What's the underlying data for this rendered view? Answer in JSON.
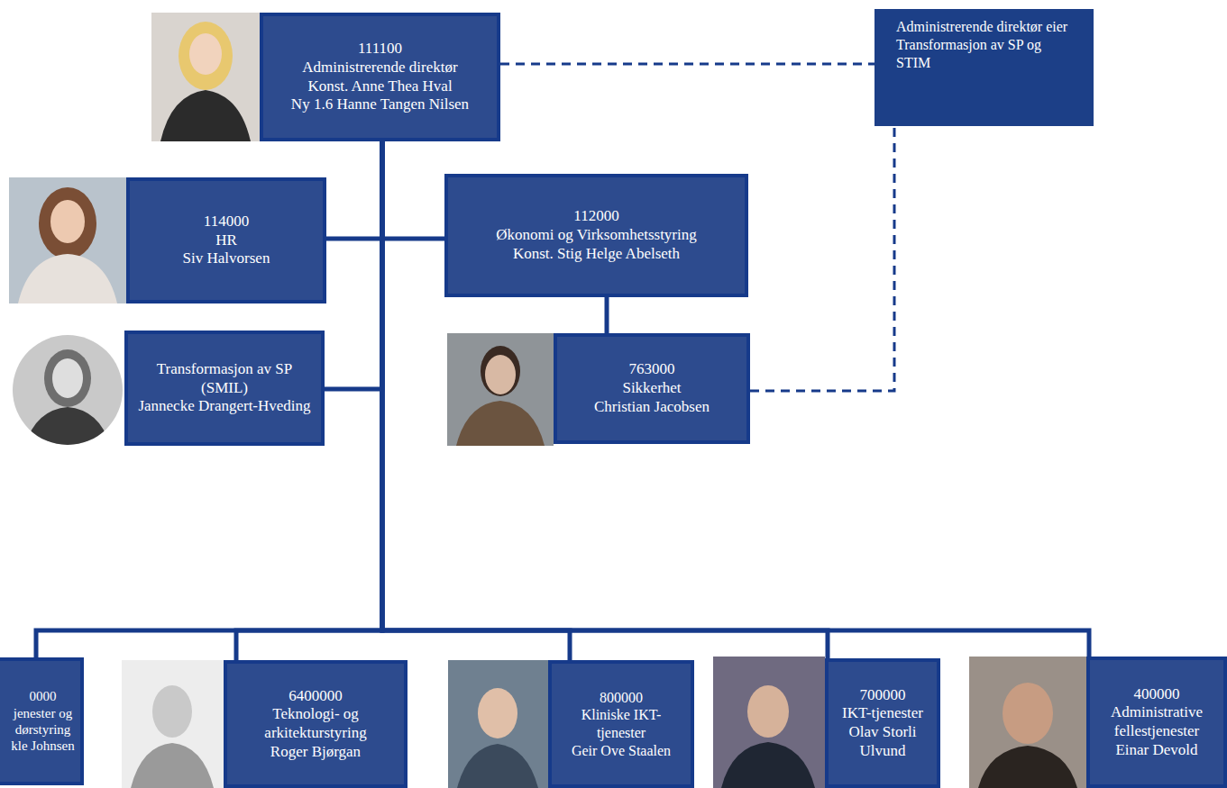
{
  "diagram": {
    "nodes": [
      {
        "text": [
          "111100",
          "Administrerende direktør",
          "Konst. Anne Thea Hval",
          "Ny 1.6 Hanne Tangen Nilsen"
        ]
      },
      {
        "text": [
          "Administrerende direktør eier Transformasjon av SP og STIM"
        ]
      },
      {
        "text": [
          "114000",
          "HR",
          "Siv Halvorsen"
        ]
      },
      {
        "text": [
          "112000",
          "Økonomi og Virksomhetsstyring",
          "Konst. Stig Helge Abelseth"
        ]
      },
      {
        "text": [
          "Transformasjon av SP (SMIL)",
          "Jannecke Drangert-Hveding"
        ]
      },
      {
        "text": [
          "763000",
          "Sikkerhet",
          "Christian Jacobsen"
        ]
      },
      {
        "text": [
          "0000",
          "jenester og dørstyring",
          "kle Johnsen"
        ]
      },
      {
        "text": [
          "6400000",
          "Teknologi- og arkitekturstyring",
          "Roger Bjørgan"
        ]
      },
      {
        "text": [
          "800000",
          "Kliniske IKT-tjenester",
          "Geir Ove Staalen"
        ]
      },
      {
        "text": [
          "700000",
          "IKT-tjenester",
          "Olav Storli Ulvund"
        ]
      },
      {
        "text": [
          "400000",
          "Administrative fellestjenester",
          "Einar Devold"
        ]
      }
    ],
    "edges": [
      {
        "from": 0,
        "to": 1,
        "arrow": "none"
      },
      {
        "from": 0,
        "to": 2,
        "arrow": "none"
      },
      {
        "from": 0,
        "to": 3,
        "arrow": "none"
      },
      {
        "from": 0,
        "to": 4,
        "arrow": "none"
      },
      {
        "from": 3,
        "to": 5,
        "arrow": "none"
      },
      {
        "from": 5,
        "to": 1,
        "arrow": "none"
      },
      {
        "from": 0,
        "to": 6,
        "arrow": "none"
      },
      {
        "from": 0,
        "to": 7,
        "arrow": "none"
      },
      {
        "from": 0,
        "to": 8,
        "arrow": "none"
      },
      {
        "from": 0,
        "to": 9,
        "arrow": "none"
      },
      {
        "from": 0,
        "to": 10,
        "arrow": "none"
      }
    ]
  }
}
